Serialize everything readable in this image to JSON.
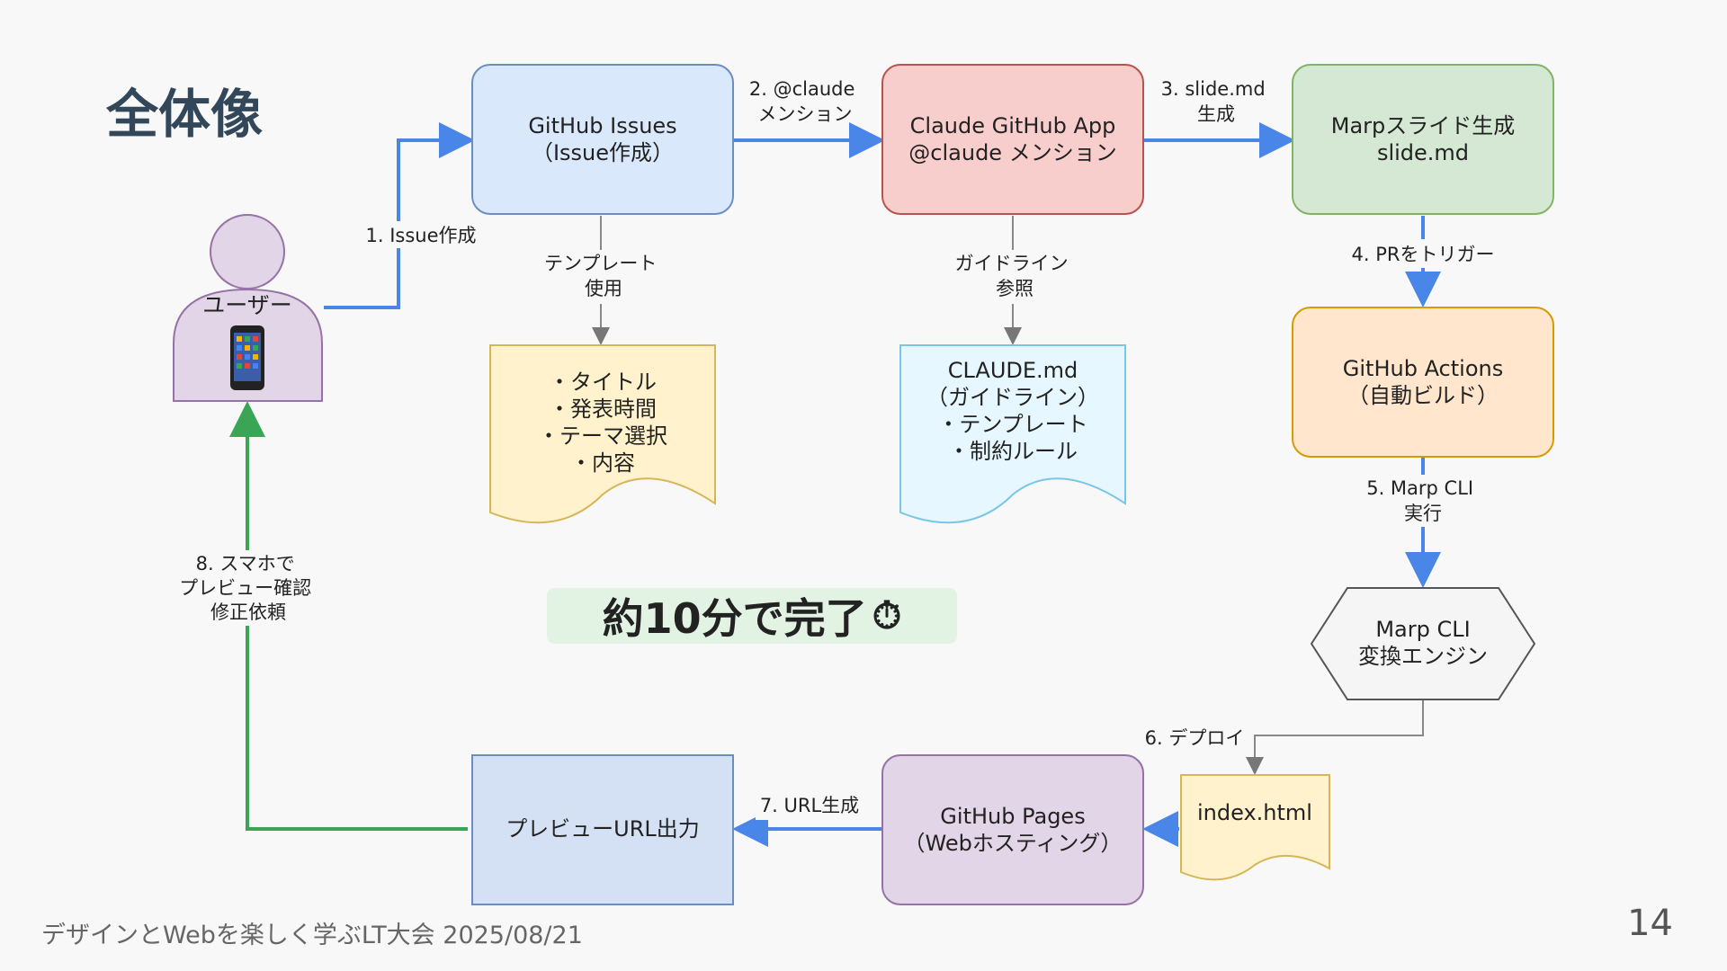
{
  "slide": {
    "title": "全体像",
    "footer": "デザインとWebを楽しく学ぶLT大会 2025/08/21",
    "page_number": "14",
    "callout": "約10分で完了",
    "callout_icon": "stopwatch-icon"
  },
  "nodes": {
    "user": {
      "label": "ユーザー",
      "icon": "mobile-phone-icon"
    },
    "issues": {
      "line1": "GitHub Issues",
      "line2": "（Issue作成）"
    },
    "claude_app": {
      "line1": "Claude GitHub App",
      "line2": "@claude メンション"
    },
    "marp_slide": {
      "line1": "Marpスライド生成",
      "line2": "slide.md"
    },
    "template_doc": {
      "lines": [
        "・タイトル",
        "・発表時間",
        "・テーマ選択",
        "・内容"
      ]
    },
    "claude_md_doc": {
      "lines": [
        "CLAUDE.md",
        "（ガイドライン）",
        "・テンプレート",
        "・制約ルール"
      ]
    },
    "actions": {
      "line1": "GitHub Actions",
      "line2": "（自動ビルド）"
    },
    "marp_cli": {
      "line1": "Marp CLI",
      "line2": "変換エンジン"
    },
    "index_html": {
      "label": "index.html"
    },
    "pages": {
      "line1": "GitHub Pages",
      "line2": "（Webホスティング）"
    },
    "preview_url": {
      "label": "プレビューURL出力"
    }
  },
  "edges": {
    "e1": {
      "lines": [
        "1. Issue作成"
      ]
    },
    "e2": {
      "lines": [
        "2. @claude",
        "メンション"
      ]
    },
    "e3": {
      "lines": [
        "3. slide.md",
        "生成"
      ]
    },
    "e4": {
      "lines": [
        "4. PRをトリガー"
      ]
    },
    "e5": {
      "lines": [
        "5. Marp CLI",
        "実行"
      ]
    },
    "e6": {
      "lines": [
        "6. デプロイ"
      ]
    },
    "e7": {
      "lines": [
        "7. URL生成"
      ]
    },
    "e8": {
      "lines": [
        "8. スマホで",
        "プレビュー確認",
        "修正依頼"
      ]
    },
    "template_use": {
      "lines": [
        "テンプレート",
        "使用"
      ]
    },
    "guideline_ref": {
      "lines": [
        "ガイドライン",
        "参照"
      ]
    }
  },
  "colors": {
    "flow_blue": "#4a86e8",
    "feedback_green": "#3aa655",
    "ref_gray": "#888888",
    "issues_fill": "#dae8fc",
    "issues_stroke": "#6c8ebf",
    "claude_fill": "#f8cecc",
    "claude_stroke": "#b85450",
    "marp_fill": "#d5e8d4",
    "marp_stroke": "#82b366",
    "actions_fill": "#ffe6cc",
    "actions_stroke": "#d79b00",
    "cli_fill": "#f5f5f5",
    "cli_stroke": "#666666",
    "pages_fill": "#e1d5e7",
    "pages_stroke": "#9673a6",
    "preview_fill": "#d4e1f5",
    "preview_stroke": "#6c8ebf",
    "doc_yellow_fill": "#fff2cc",
    "doc_yellow_stroke": "#d6b656",
    "doc_blue_fill": "#e6f7ff",
    "doc_blue_stroke": "#7ac6e6"
  }
}
